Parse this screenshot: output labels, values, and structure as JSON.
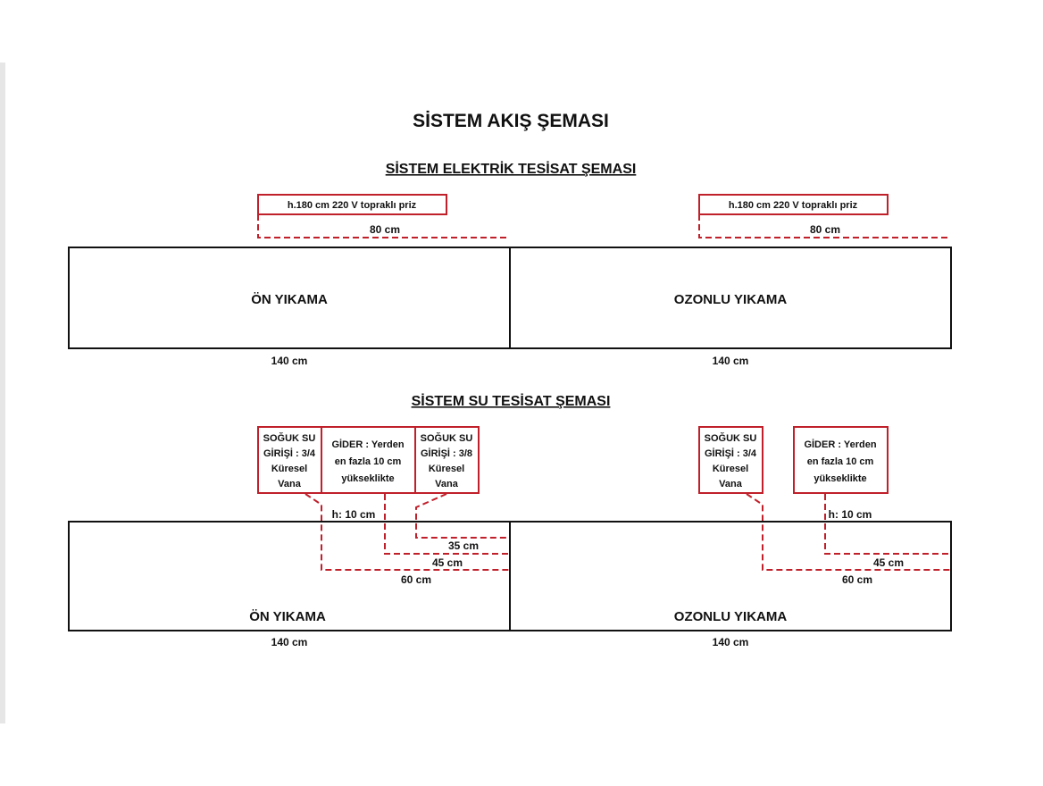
{
  "title": "SİSTEM AKIŞ ŞEMASI",
  "electric": {
    "subtitle": "SİSTEM ELEKTRİK TESİSAT ŞEMASI",
    "left": {
      "note": "h.180 cm  220 V topraklı priz",
      "offset": "80 cm",
      "station": "ÖN YIKAMA",
      "width": "140 cm"
    },
    "right": {
      "note": "h.180 cm  220 V topraklı priz",
      "offset": "80 cm",
      "station": "OZONLU YIKAMA",
      "width": "140 cm"
    }
  },
  "water": {
    "subtitle": "SİSTEM SU TESİSAT ŞEMASI",
    "left": {
      "cold_inlet_34": [
        "SOĞUK SU",
        "GİRİŞİ : 3/4",
        "Küresel",
        "Vana"
      ],
      "drain": [
        "GİDER : Yerden",
        "en fazla 10 cm",
        "yükseklikte"
      ],
      "cold_inlet_38": [
        "SOĞUK SU",
        "GİRİŞİ : 3/8",
        "Küresel",
        "Vana"
      ],
      "height": "h: 10 cm",
      "dim_35": "35 cm",
      "dim_45": "45 cm",
      "dim_60": "60 cm",
      "station": "ÖN YIKAMA",
      "width": "140 cm"
    },
    "right": {
      "cold_inlet_34": [
        "SOĞUK SU",
        "GİRİŞİ : 3/4",
        "Küresel",
        "Vana"
      ],
      "drain": [
        "GİDER : Yerden",
        "en fazla 10 cm",
        "yükseklikte"
      ],
      "height": "h: 10 cm",
      "dim_45": "45 cm",
      "dim_60": "60 cm",
      "station": "OZONLU YIKAMA",
      "width": "140 cm"
    }
  },
  "colors": {
    "accent": "#c0202a",
    "ink": "#111111"
  }
}
